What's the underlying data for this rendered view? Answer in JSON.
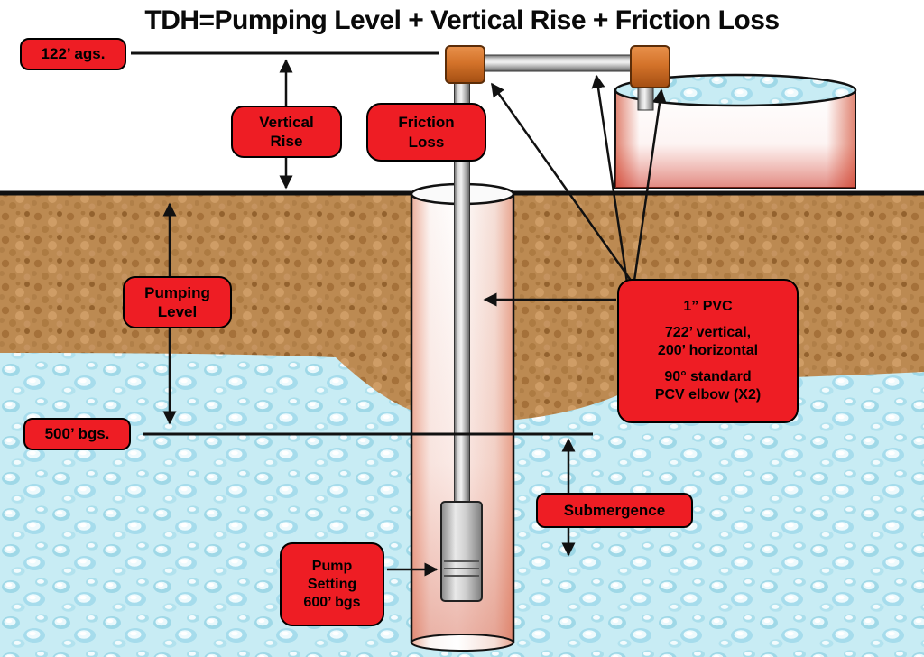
{
  "title": "TDH=Pumping Level + Vertical Rise + Friction Loss",
  "boxes": {
    "ags": {
      "label": "122’ ags."
    },
    "vertical_rise": {
      "lines": [
        "Vertical",
        "Rise"
      ]
    },
    "friction_loss": {
      "lines": [
        "Friction",
        "Loss"
      ]
    },
    "pumping_level": {
      "lines": [
        "Pumping",
        "Level"
      ]
    },
    "bgs_500": {
      "label": "500’ bgs."
    },
    "submergence": {
      "label": "Submergence"
    },
    "pump_setting": {
      "lines": [
        "Pump",
        "Setting",
        "600’ bgs"
      ]
    },
    "pvc_spec": {
      "lines": [
        "1” PVC",
        "722’ vertical,",
        "200’ horizontal",
        "90° standard",
        "PCV elbow (X2)"
      ]
    }
  },
  "colors": {
    "label_bg": "#ee1d24",
    "label_border": "#000000",
    "soil": "#bc8a52",
    "water": "#c8ecf4",
    "elbow_orange": "#d4732a",
    "line_black": "#111111"
  }
}
